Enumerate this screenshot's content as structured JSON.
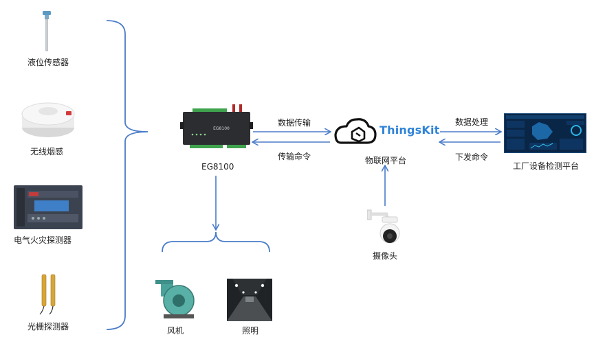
{
  "sensors": {
    "liquid_level": "液位传感器",
    "smoke": "无线烟感",
    "electric_fire": "电气火灾探测器",
    "grating": "光栅探测器"
  },
  "gateway": {
    "model_label": "EG8100",
    "device_text": "EG8100"
  },
  "platform": {
    "brand": "ThingsKit",
    "name": "物联网平台"
  },
  "dashboard": {
    "name": "工厂设备检测平台"
  },
  "camera": {
    "name": "摄像头"
  },
  "outputs": {
    "fan": "风机",
    "lighting": "照明"
  },
  "flows": {
    "gw_to_platform": "数据传输",
    "platform_to_gw": "传输命令",
    "platform_to_dashboard": "数据处理",
    "dashboard_to_platform": "下发命令"
  },
  "colors": {
    "connector": "#4a7cc9",
    "brand": "#2f83d8"
  }
}
